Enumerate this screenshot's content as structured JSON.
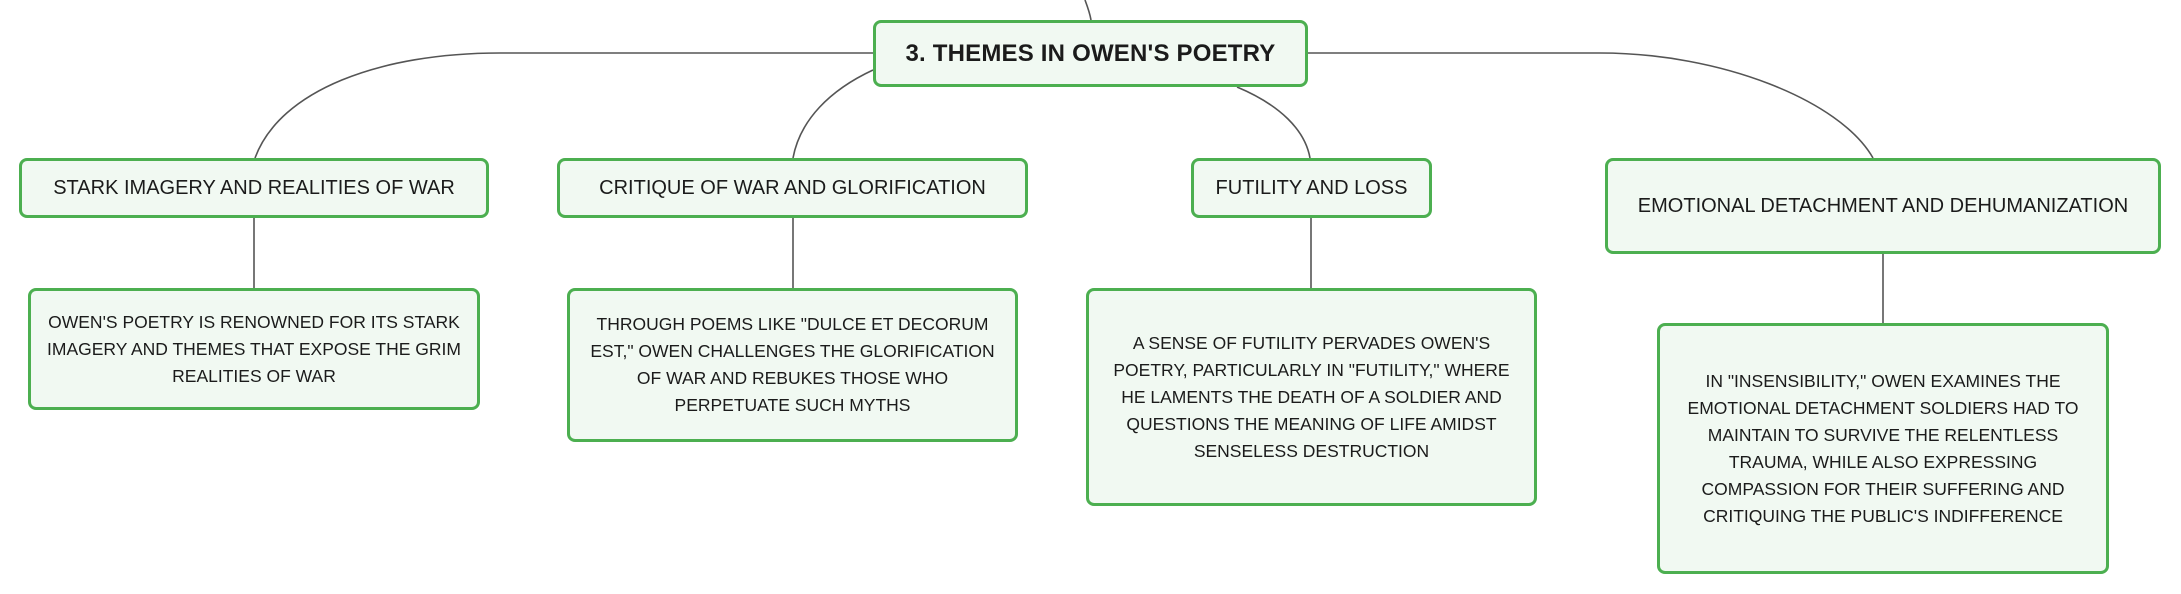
{
  "root": {
    "label": "3. THEMES IN OWEN'S POETRY"
  },
  "themes": [
    {
      "label": "STARK IMAGERY AND REALITIES OF WAR",
      "detail": "OWEN'S POETRY IS RENOWNED FOR ITS STARK IMAGERY AND THEMES THAT EXPOSE THE GRIM REALITIES OF WAR"
    },
    {
      "label": "CRITIQUE OF WAR AND GLORIFICATION",
      "detail": "THROUGH POEMS LIKE \"DULCE ET DECORUM EST,\" OWEN CHALLENGES THE GLORIFICATION OF WAR AND REBUKES THOSE WHO PERPETUATE SUCH MYTHS"
    },
    {
      "label": "FUTILITY AND LOSS",
      "detail": "A SENSE OF FUTILITY PERVADES OWEN'S POETRY, PARTICULARLY IN \"FUTILITY,\" WHERE HE LAMENTS THE DEATH OF A SOLDIER AND QUESTIONS THE MEANING OF LIFE AMIDST SENSELESS DESTRUCTION"
    },
    {
      "label": "EMOTIONAL DETACHMENT AND DEHUMANIZATION",
      "detail": "IN \"INSENSIBILITY,\" OWEN EXAMINES THE EMOTIONAL DETACHMENT SOLDIERS HAD TO MAINTAIN TO SURVIVE THE RELENTLESS TRAUMA, WHILE ALSO EXPRESSING COMPASSION FOR THEIR SUFFERING AND CRITIQUING THE PUBLIC'S INDIFFERENCE"
    }
  ],
  "colors": {
    "node_border": "#4caf50",
    "node_fill": "#f1f9f2",
    "connector": "#555555"
  }
}
